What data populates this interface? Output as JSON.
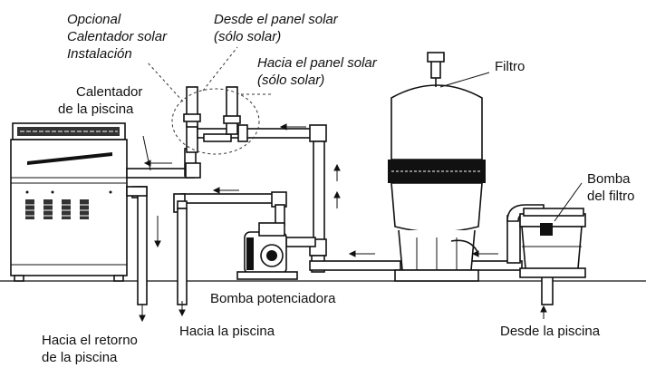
{
  "labels": {
    "optional_solar": [
      "Opcional",
      "Calentador solar",
      "Instalación"
    ],
    "from_solar": [
      "Desde el panel solar",
      "(sólo solar)"
    ],
    "to_solar": [
      "Hacia el panel solar",
      "(sólo solar)"
    ],
    "heater": [
      "Calentador",
      "de la piscina"
    ],
    "filter": "Filtro",
    "filter_pump": [
      "Bomba",
      "del filtro"
    ],
    "booster_pump": "Bomba potenciadora",
    "to_pool": "Hacia la piscina",
    "return": [
      "Hacia el retorno",
      "de la piscina"
    ],
    "from_pool": "Desde la piscina"
  }
}
